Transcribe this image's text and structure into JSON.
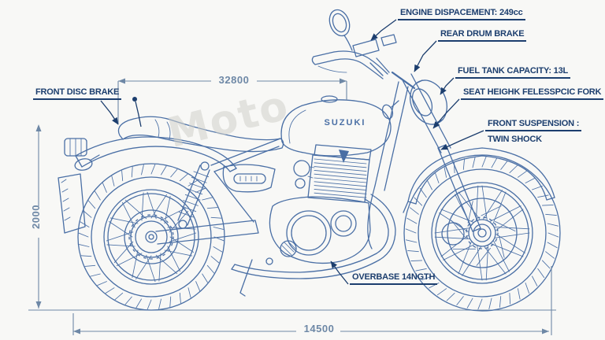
{
  "palette": {
    "background": "#f8f8f6",
    "line": "#4a6fa5",
    "label_text": "#1c3e6e",
    "dimension": "#6e88a6"
  },
  "watermark": "Moto",
  "bike": {
    "brand_logo": "SUZUKI"
  },
  "callouts": {
    "engine": "ENGINE DISPACEMENT: 249cc",
    "rear_brake": "REAR DRUM BRAKE",
    "fuel_tank": "FUEL TANK CAPACITY: 13L",
    "seat_fork": "SEAT HEIGHK FELESSPCIC FORK",
    "front_suspension_line1": "FRONT SUSPENSION :",
    "front_suspension_line2": "TWIN SHOCK",
    "front_brake": "FRONT DISC BRAKE",
    "wheelbase": "OVERBASE 14NGTH"
  },
  "dimensions": {
    "overall_length_top": "32800",
    "height": "2000",
    "wheelbase_bottom": "14500"
  }
}
